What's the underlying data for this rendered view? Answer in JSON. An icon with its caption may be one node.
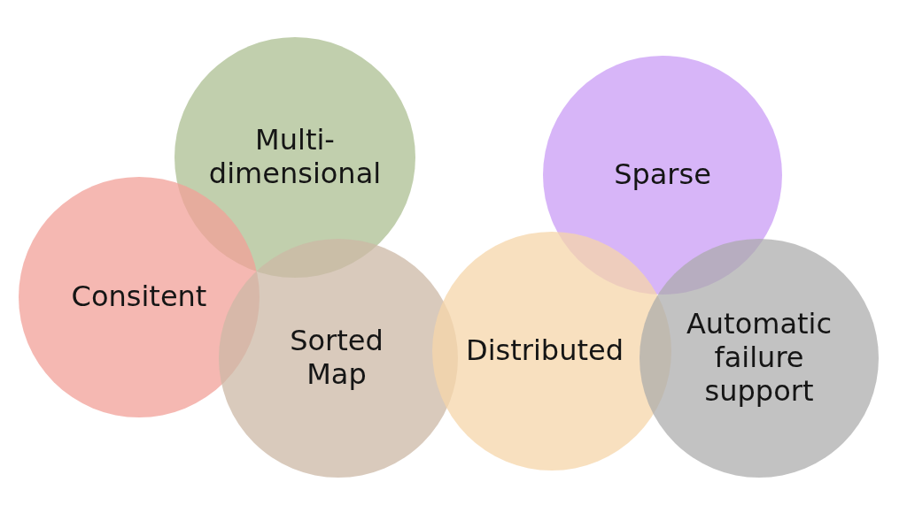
{
  "diagram": {
    "nodes": [
      {
        "text": [
          "Multi-dimensional"
        ]
      },
      {
        "text": [
          "Sparse"
        ]
      },
      {
        "text": [
          "Consitent"
        ]
      },
      {
        "text": [
          "Sorted Map"
        ]
      },
      {
        "text": [
          "Distributed"
        ]
      },
      {
        "text": [
          "Automatic failure support"
        ]
      }
    ]
  }
}
